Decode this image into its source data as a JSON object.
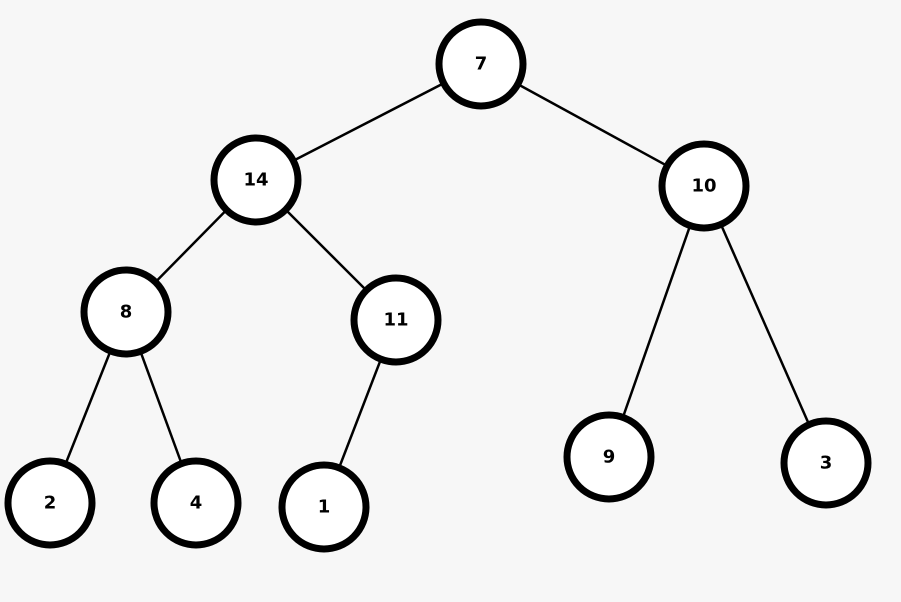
{
  "tree": {
    "nodes": [
      {
        "id": "n7",
        "label": "7"
      },
      {
        "id": "n14",
        "label": "14"
      },
      {
        "id": "n10",
        "label": "10"
      },
      {
        "id": "n8",
        "label": "8"
      },
      {
        "id": "n11",
        "label": "11"
      },
      {
        "id": "n9",
        "label": "9"
      },
      {
        "id": "n3",
        "label": "3"
      },
      {
        "id": "n2",
        "label": "2"
      },
      {
        "id": "n4",
        "label": "4"
      },
      {
        "id": "n1",
        "label": "1"
      }
    ],
    "edges": [
      {
        "from": "n7",
        "to": "n14"
      },
      {
        "from": "n7",
        "to": "n10"
      },
      {
        "from": "n14",
        "to": "n8"
      },
      {
        "from": "n14",
        "to": "n11"
      },
      {
        "from": "n8",
        "to": "n2"
      },
      {
        "from": "n8",
        "to": "n4"
      },
      {
        "from": "n11",
        "to": "n1"
      },
      {
        "from": "n10",
        "to": "n9"
      },
      {
        "from": "n10",
        "to": "n3"
      }
    ]
  }
}
